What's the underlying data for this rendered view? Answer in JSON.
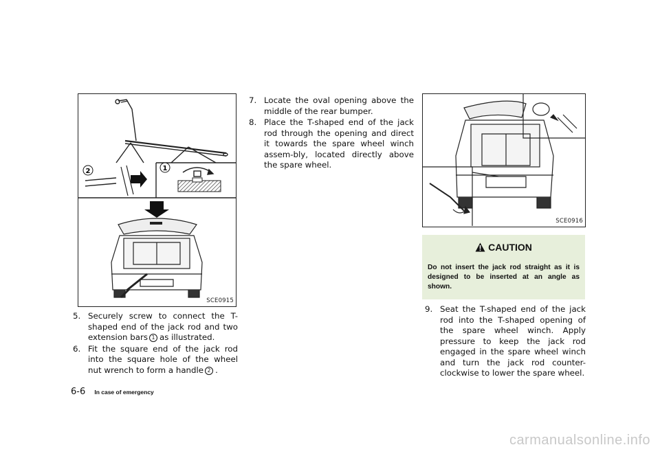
{
  "figures": {
    "left": {
      "code": "SCE0915",
      "callout_2": "2",
      "callout_1": "1"
    },
    "right": {
      "code": "SCE0916"
    }
  },
  "steps_left": [
    {
      "num": "5.",
      "pre": "Securely screw to connect the T-shaped end of the jack rod and two extension bars",
      "ref": "1",
      "post": "as illustrated."
    },
    {
      "num": "6.",
      "pre": "Fit the square end of the jack rod into the square hole of the wheel nut wrench to form a handle",
      "ref": "2",
      "post": "."
    }
  ],
  "steps_middle": [
    {
      "num": "7.",
      "text": "Locate the oval opening above the middle of the rear bumper."
    },
    {
      "num": "8.",
      "text": "Place the T-shaped end of the jack rod through the opening and direct it towards the spare wheel winch assem-bly, located directly above the spare wheel."
    }
  ],
  "caution": {
    "heading": "CAUTION",
    "text": "Do not insert the jack rod straight as it is designed to be inserted at an angle as shown."
  },
  "steps_right": [
    {
      "num": "9.",
      "text": "Seat the T-shaped end of the jack rod into the T-shaped opening of the spare wheel winch. Apply pressure to keep the jack rod engaged in the spare wheel winch and turn the jack rod counter-clockwise to lower the spare wheel."
    }
  ],
  "footer": {
    "page": "6-6",
    "section": "In case of emergency"
  },
  "watermark": "carmanualsonline.info"
}
